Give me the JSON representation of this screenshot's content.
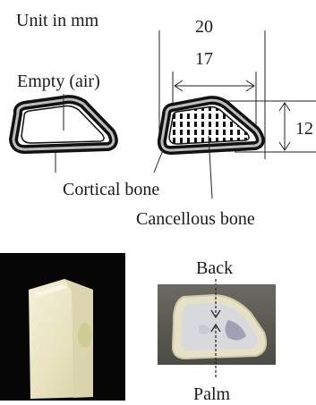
{
  "labels": {
    "unit": "Unit in mm",
    "dim_outer": "20",
    "dim_inner": "17",
    "dim_height": "12",
    "empty": "Empty (air)",
    "cortical": "Cortical bone",
    "cancellous": "Cancellous bone",
    "back": "Back",
    "palm": "Palm"
  }
}
